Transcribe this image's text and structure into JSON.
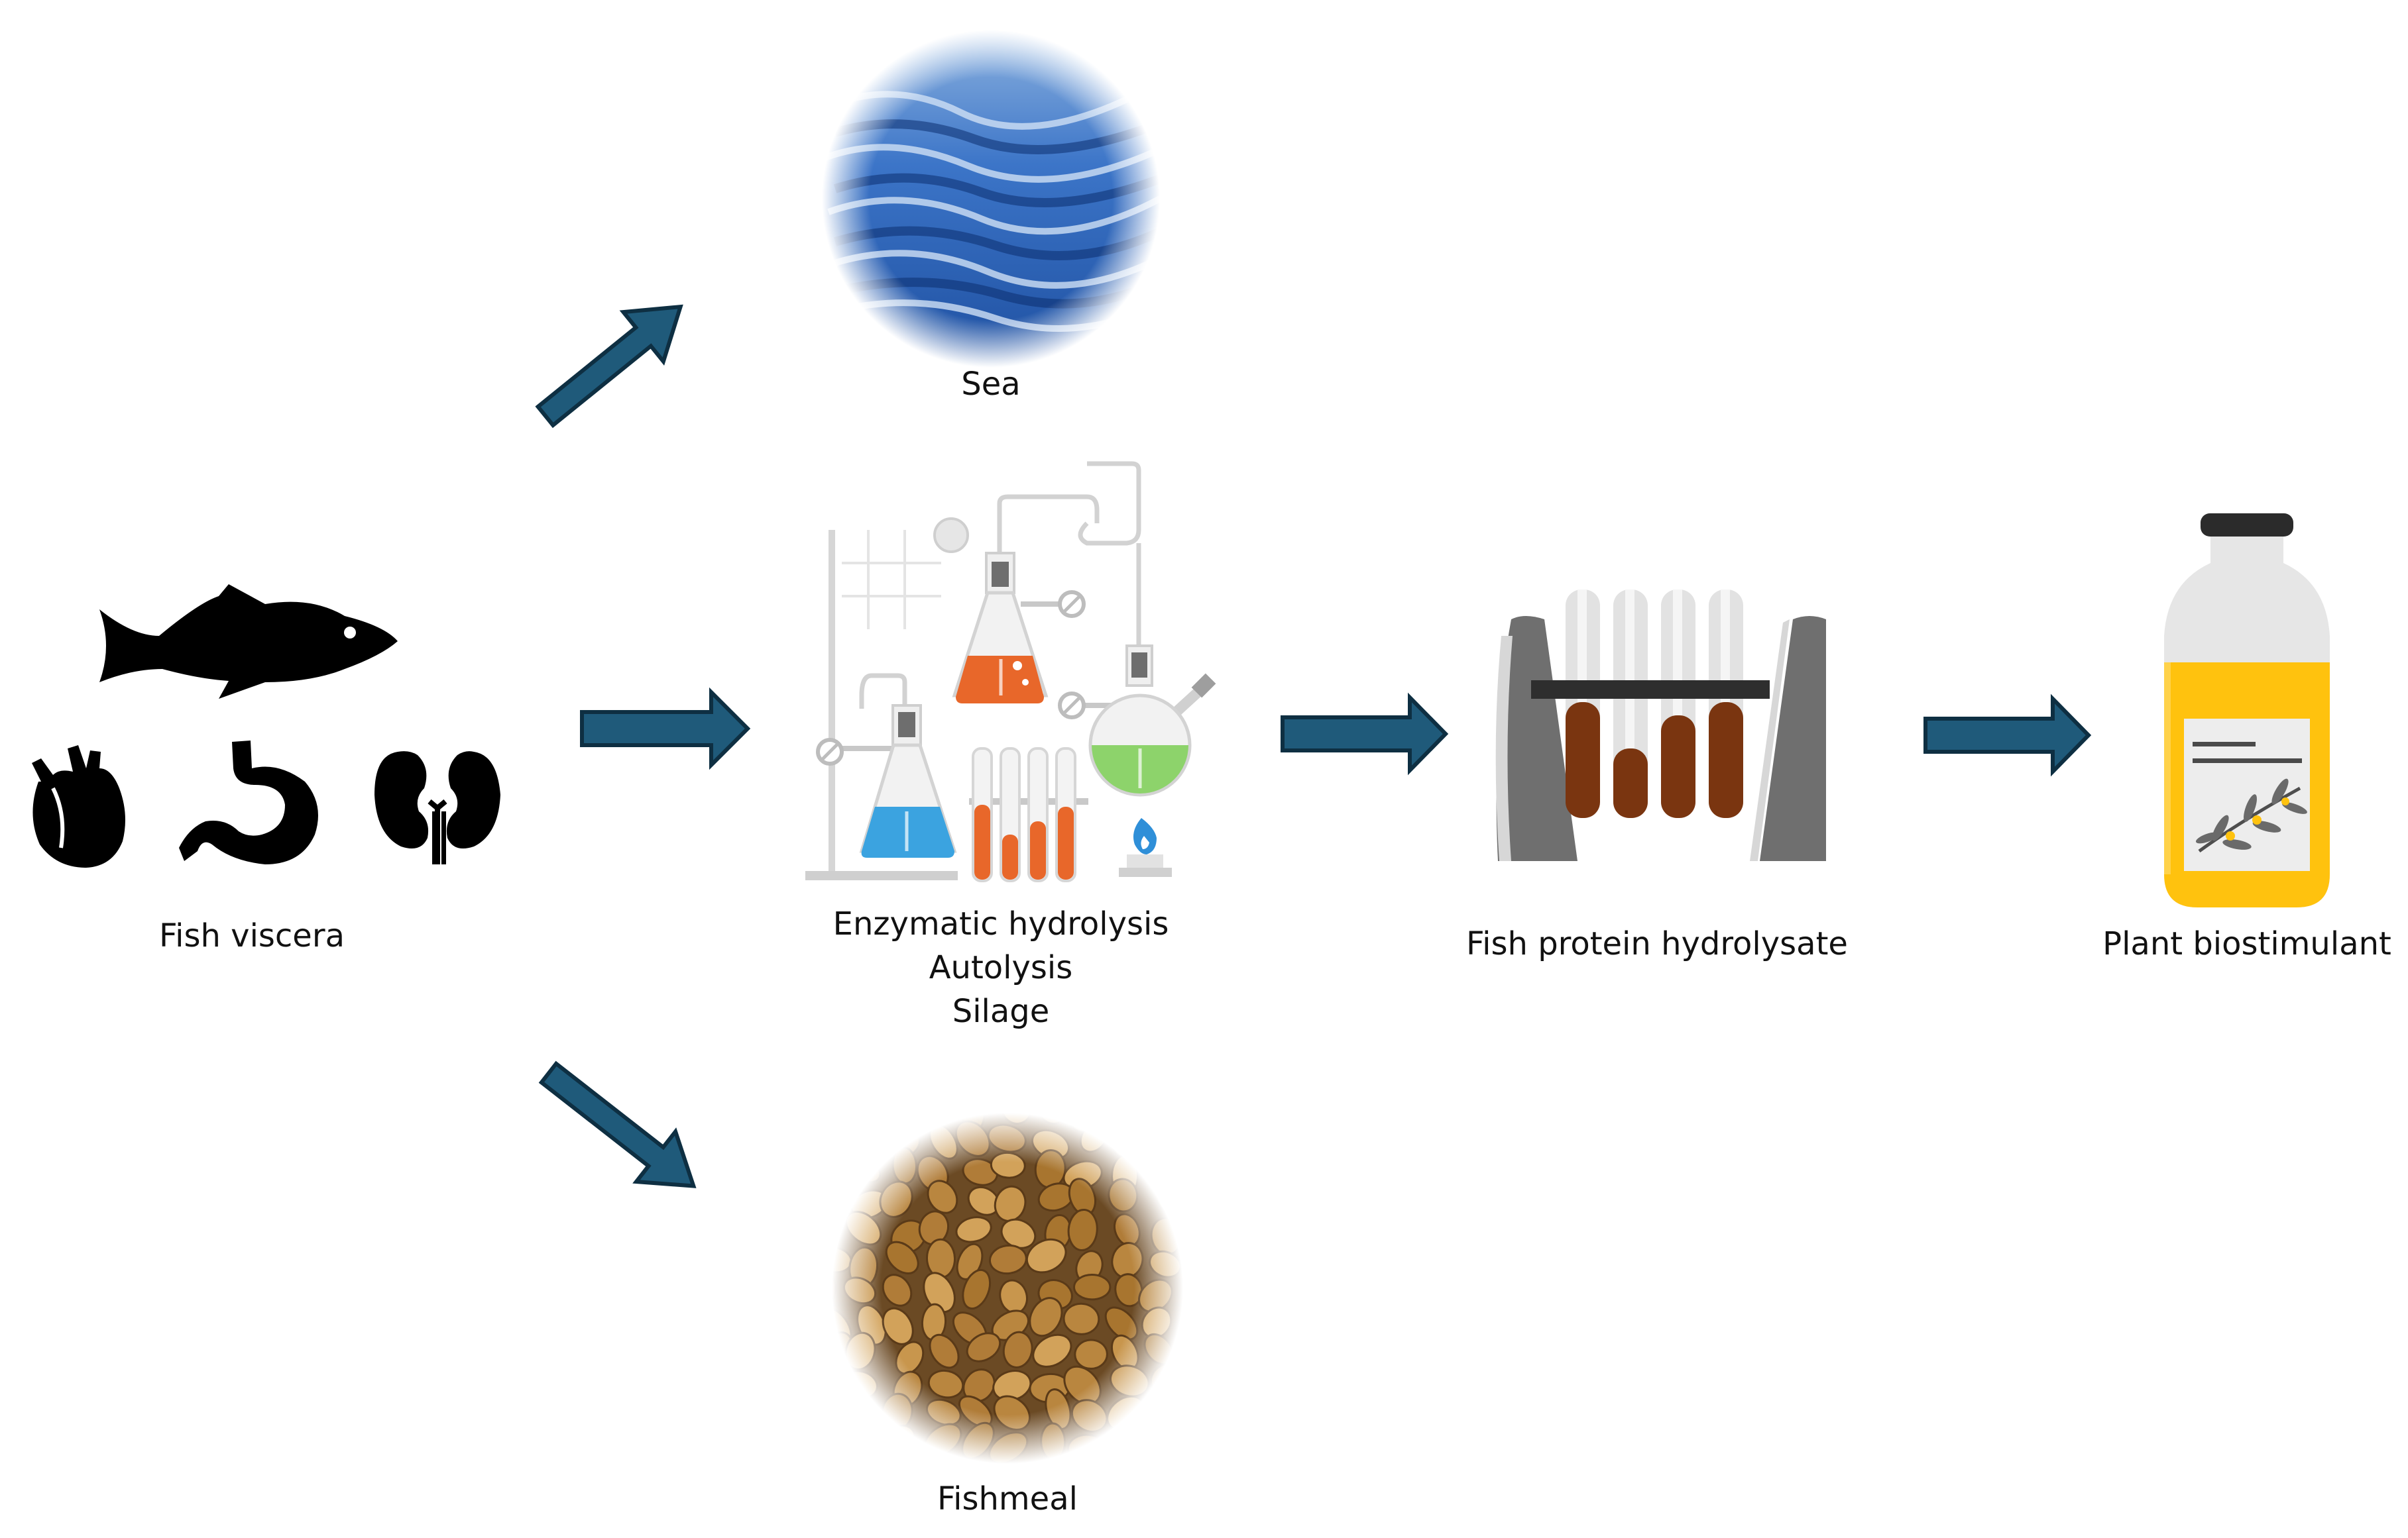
{
  "labels": {
    "source": "Fish viscera",
    "sea": "Sea",
    "process": [
      "Enzymatic hydrolysis",
      "Autolysis",
      "Silage"
    ],
    "fishmeal": "Fishmeal",
    "fph": "Fish protein hydrolysate",
    "biostimulant": "Plant biostimulant"
  },
  "icons": {
    "source": [
      "fish-icon",
      "heart-icon",
      "stomach-icon",
      "kidney-icon"
    ],
    "sea": "sea-water-image",
    "process": "laboratory-glassware-icon",
    "fishmeal": "fishmeal-pellets-image",
    "fph": "test-tube-rack-icon",
    "biostimulant": "biostimulant-bottle-icon",
    "arrow": "arrow-icon"
  },
  "colors": {
    "arrow_fill": "#1F5A7A",
    "arrow_stroke": "#0E2F42",
    "silhouette": "#000000",
    "flask_orange": "#E8672A",
    "flask_blue": "#3BA3E0",
    "flask_green": "#8DD36B",
    "hydrolysate_brown": "#7A3510",
    "bottle_yellow": "#FFC20E"
  }
}
